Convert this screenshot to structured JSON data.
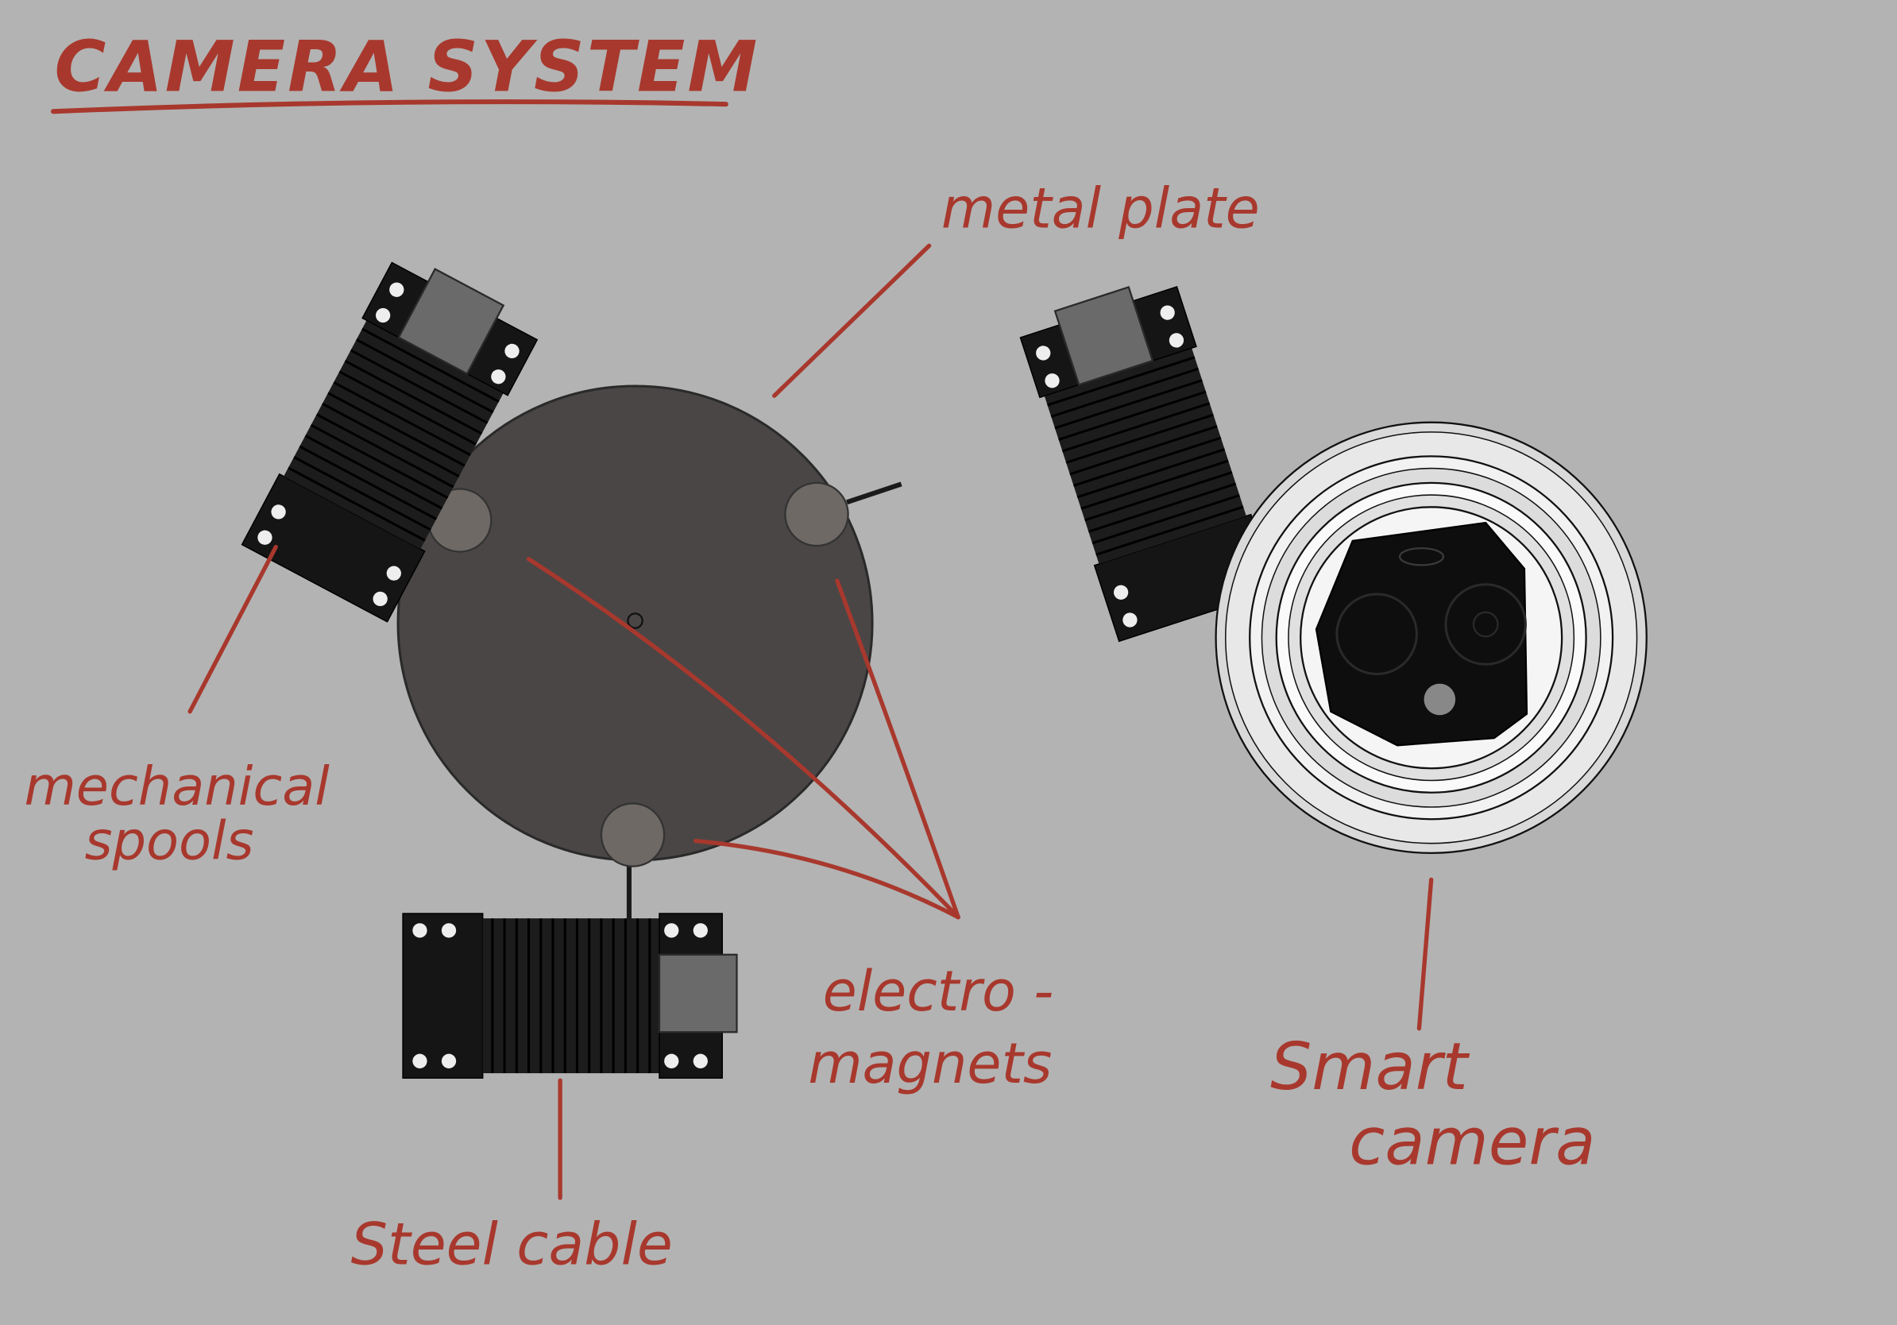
{
  "title": "CAMERA SYSTEM",
  "labels": {
    "metal_plate": "metal plate",
    "mechanical_spools_line1": "mechanical",
    "mechanical_spools_line2": "spools",
    "electromagnets_line1": "electro -",
    "electromagnets_line2": "magnets",
    "steel_cable": "Steel cable",
    "smart_camera_line1": "Smart",
    "smart_camera_line2": "camera"
  },
  "colors": {
    "background": "#b3b3b3",
    "annotation": "#a8382d",
    "plate": "#4a4646",
    "magnet": "#6e6965",
    "spool": "#141414",
    "motor": "#6a6a6a"
  }
}
